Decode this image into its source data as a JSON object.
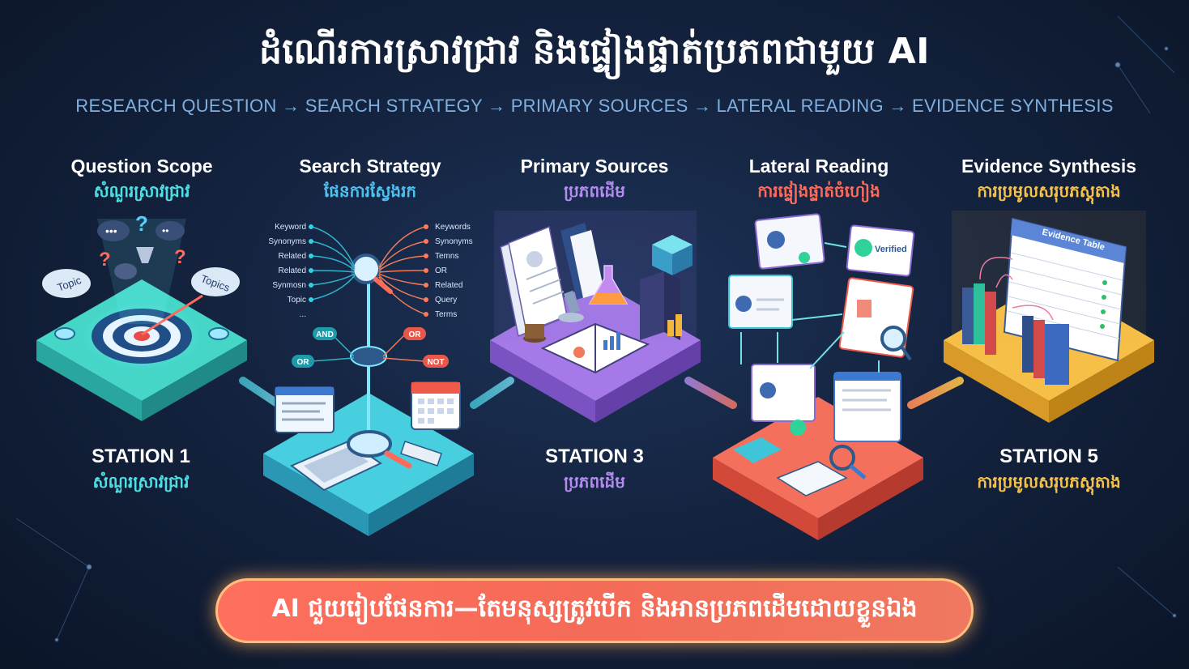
{
  "title": "ដំណើរការស្រាវជ្រាវ និងផ្ទៀងផ្ទាត់ប្រភពជាមួយ AI",
  "subtitle": "RESEARCH QUESTION → SEARCH STRATEGY → PRIMARY SOURCES → LATERAL READING → EVIDENCE SYNTHESIS",
  "stations": [
    {
      "heading": "Question Scope",
      "heading_km": "សំណួរស្រាវជ្រាវ",
      "label": "STATION 1",
      "label_km": "សំណួរស្រាវជ្រាវ",
      "color": "#38d2c4",
      "accent": "#4fe0e6"
    },
    {
      "heading": "Search Strategy",
      "heading_km": "ផែនការស្វែងរក",
      "color": "#3ec6d8",
      "accent": "#4fc0f0"
    },
    {
      "heading": "Primary Sources",
      "heading_km": "ប្រភពដើម",
      "label": "STATION 3",
      "label_km": "ប្រភពដើម",
      "color": "#9b6be0",
      "accent": "#b48cf0"
    },
    {
      "heading": "Lateral Reading",
      "heading_km": "ការផ្ទៀងផ្ទាត់ចំហៀង",
      "color": "#f0604e",
      "accent": "#ff6b5a"
    },
    {
      "heading": "Evidence Synthesis",
      "heading_km": "ការប្រមូលសរុបភស្តុតាង",
      "label": "STATION 5",
      "label_km": "ការប្រមូលសរុបភស្តុតាង",
      "color": "#f2b63c",
      "accent": "#f7c24a"
    }
  ],
  "station1_icons": {
    "cloud_left": "Topic",
    "cloud_right": "Topics"
  },
  "mindmap": {
    "left_terms": [
      "Keyword",
      "Synonyms",
      "Related",
      "Related",
      "Synmosn",
      "Topic",
      "..."
    ],
    "right_terms": [
      "Keywords",
      "Synonyms",
      "Temns",
      "OR",
      "Related",
      "Query",
      "Terms"
    ],
    "operators": [
      "AND",
      "OR",
      "OR",
      "NOT"
    ]
  },
  "verified_badge": "Verified",
  "evidence_table_title": "Evidence Table",
  "banner": "AI ជួយរៀបផែនការ—តែមនុស្សត្រូវបើក និងអានប្រភពដើមដោយខ្លួនឯង",
  "colors": {
    "background": "#14233f",
    "title": "#ffffff",
    "subtitle": "#7fb0e0",
    "banner": "#f46b57"
  }
}
